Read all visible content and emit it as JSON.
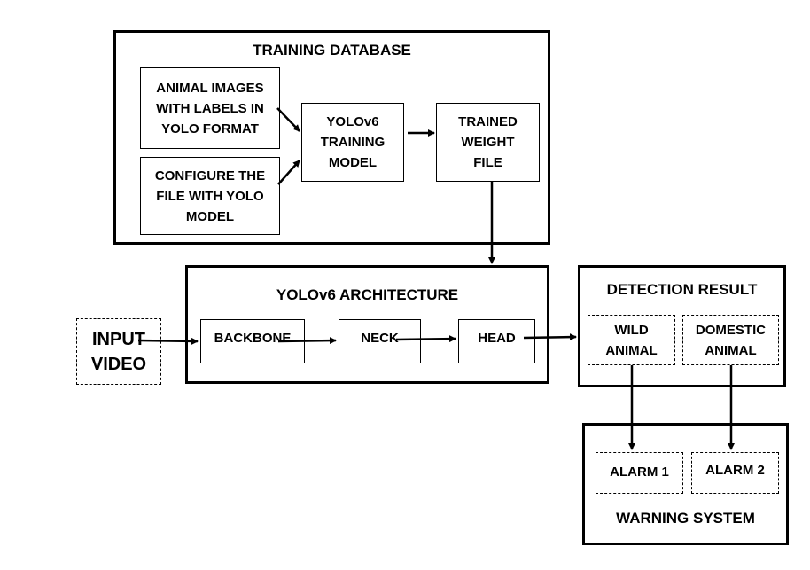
{
  "training": {
    "title": "TRAINING DATABASE",
    "animal_images": "ANIMAL IMAGES WITH LABELS IN YOLO FORMAT",
    "configure_file": "CONFIGURE THE FILE WITH YOLO MODEL",
    "training_model": "YOLOv6 TRAINING MODEL",
    "trained_weight": "TRAINED WEIGHT FILE"
  },
  "architecture": {
    "title": "YOLOv6 ARCHITECTURE",
    "backbone": "BACKBONE",
    "neck": "NECK",
    "head": "HEAD"
  },
  "input": {
    "label": "INPUT VIDEO"
  },
  "detection": {
    "title": "DETECTION RESULT",
    "wild": "WILD ANIMAL",
    "domestic": "DOMESTIC ANIMAL"
  },
  "warning": {
    "title": "WARNING SYSTEM",
    "alarm1": "ALARM 1",
    "alarm2": "ALARM 2"
  }
}
